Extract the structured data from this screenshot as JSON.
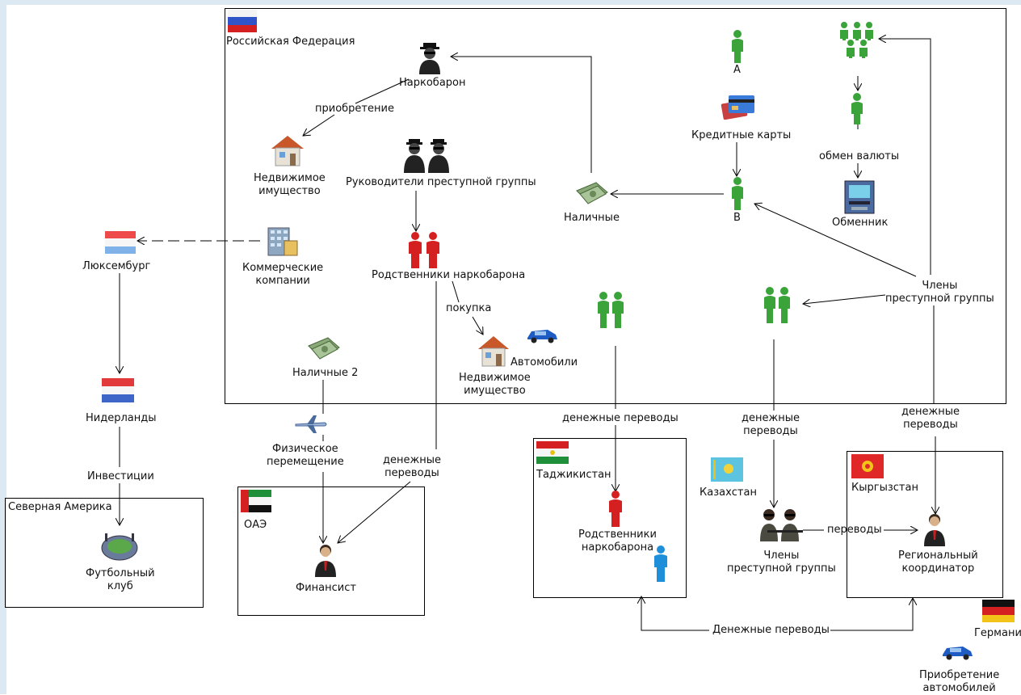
{
  "countries": {
    "russia": "Российская Федерация",
    "luxembourg": "Люксембург",
    "netherlands": "Нидерланды",
    "north_america": "Северная Америка",
    "uae": "ОАЭ",
    "tajikistan": "Таджикистан",
    "kazakhstan": "Казахстан",
    "kyrgyzstan": "Кыргызстан",
    "germany": "Германия"
  },
  "nodes": {
    "drug_lord": "Наркобарон",
    "acquisition": "приобретение",
    "real_estate_1": "Недвижимое\nимущество",
    "group_leaders": "Руководители преступной группы",
    "commercial_companies": "Коммерческие\nкомпании",
    "relatives_ru": "Родственники наркобарона",
    "purchase": "покупка",
    "real_estate_2": "Недвижимое\nимущество",
    "cars": "Автомобили",
    "cash": "Наличные",
    "cash_2": "Наличные 2",
    "person_a": "А",
    "credit_cards": "Кредитные карты",
    "person_b": "В",
    "currency_exchange": "обмен валюты",
    "exchange_office": "Обменник",
    "group_members": "Члены\nпреступной группы",
    "money_transfers_1": "денежные переводы",
    "money_transfers_2": "денежные\nпереводы",
    "money_transfers_3": "денежные\nпереводы",
    "money_transfers_4": "денежные\nпереводы",
    "physical_movement": "Физическое\nперемещение",
    "investments": "Инвестиции",
    "football_club": "Футбольный\nклуб",
    "financier": "Финансист",
    "relatives_tj": "Родственники\nнаркобарона",
    "group_members_kz": "Члены\nпреступной группы",
    "transfers": "переводы",
    "regional_coordinator": "Региональный\nкоординатор",
    "money_transfers_bottom": "Денежные переводы",
    "car_purchase": "Приобретение\nавтомобилей"
  },
  "colors": {
    "green_person": "#3aa33a",
    "red_person": "#d42020",
    "blue_person": "#1e8fd8",
    "dark_person": "#222222",
    "frame": "#dce9f2"
  },
  "icons": {
    "person": "person-icon",
    "criminal": "criminal-icon",
    "house": "house-icon",
    "cash": "cash-icon",
    "car": "car-icon",
    "plane": "airplane-icon",
    "building": "office-building-icon",
    "card": "credit-card-icon",
    "atm": "atm-icon",
    "stadium": "stadium-icon",
    "flag": "flag-icon"
  }
}
